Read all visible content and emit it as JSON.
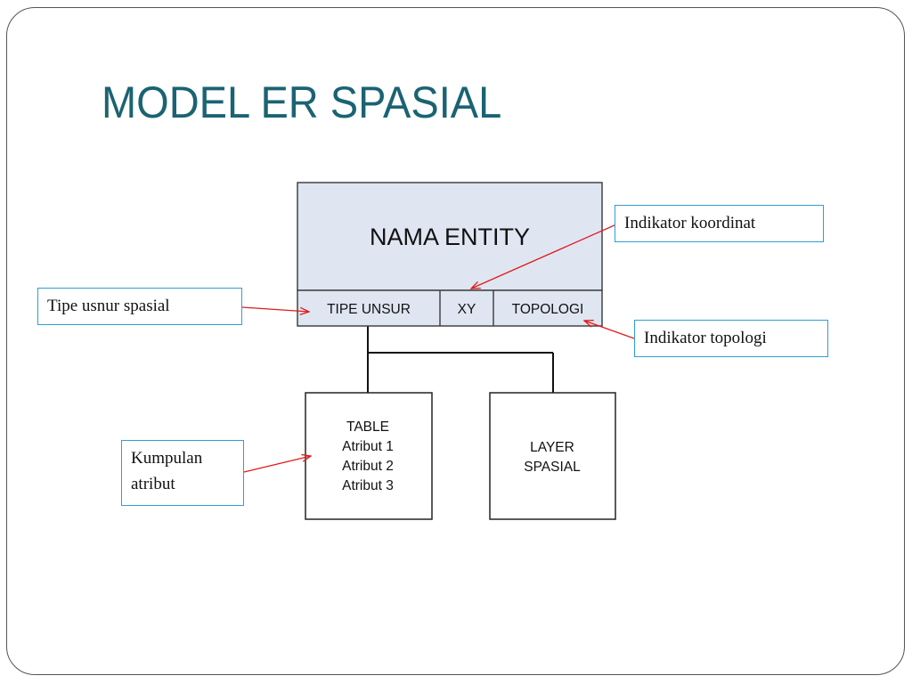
{
  "slide": {
    "title": "MODEL ER SPASIAL",
    "title_color": "#1b6373"
  },
  "entity": {
    "name": "NAMA ENTITY",
    "header_fill": "#dfe6f2",
    "cells": [
      "TIPE UNSUR",
      "XY",
      "TOPOLOGI"
    ]
  },
  "table_box": {
    "lines": [
      "TABLE",
      "Atribut 1",
      "Atribut 2",
      "Atribut 3"
    ]
  },
  "layer_box": {
    "lines": [
      "LAYER",
      "SPASIAL"
    ]
  },
  "callouts": {
    "indikator_koordinat": "Indikator koordinat",
    "indikator_topologi": "Indikator topologi",
    "tipe_usnur_spasial": "Tipe usnur spasial",
    "kumpulan_atribut": "Kumpulan\natribut"
  },
  "colors": {
    "callout_border": "#2e9fd4",
    "arrow": "#e01b1b"
  }
}
